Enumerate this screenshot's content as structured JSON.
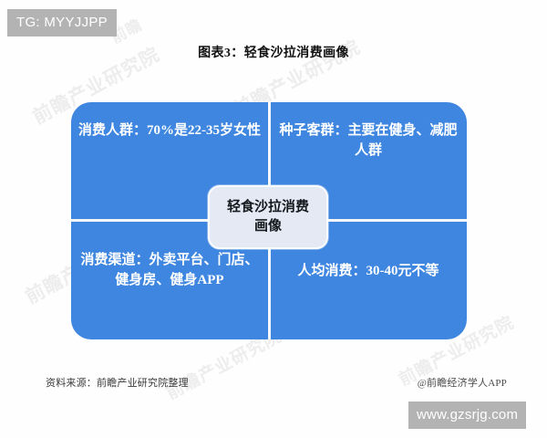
{
  "badges": {
    "telegram": "TG: MYYJJPP",
    "site": "www.gzsrjg.com"
  },
  "chart": {
    "title": "图表3：轻食沙拉消费画像",
    "center_label": "轻食沙拉消费画像",
    "quadrants": [
      {
        "id": "consumer-group",
        "text": "消费人群：70%是22-35岁女性"
      },
      {
        "id": "seed-customers",
        "text": "种子客群：主要在健身、减肥人群"
      },
      {
        "id": "consumer-channel",
        "text": "消费渠道：外卖平台、门店、健身房、健身APP"
      },
      {
        "id": "avg-spend",
        "text": "人均消费：30-40元不等"
      }
    ]
  },
  "footer": {
    "source": "资料来源：前瞻产业研究院整理",
    "brand": "@前瞻经济学人APP"
  },
  "watermarks": {
    "a": "前瞻产业研究院",
    "b": "前瞻产业研究院",
    "c": "前瞻",
    "d": "前瞻产业研究院",
    "e": "前瞻产业",
    "f": "前瞻产业研究院",
    "g": "前瞻产业研究院",
    "h": "前瞻"
  },
  "colors": {
    "card_blue": "#3e86e0",
    "divider_white": "#f4f8fd",
    "hub_fill": "#e4e9f4",
    "badge_gray": "#b3b3b3",
    "page_background": "#fefefe"
  },
  "chart_data": {
    "type": "diagram",
    "title": "图表3：轻食沙拉消费画像",
    "layout": "2x2-quadrant-with-center-hub",
    "center": "轻食沙拉消费画像",
    "categories": [
      "消费人群",
      "种子客群",
      "消费渠道",
      "人均消费"
    ],
    "values": [
      "70%是22-35岁女性",
      "主要在健身、减肥人群",
      "外卖平台、门店、健身房、健身APP",
      "30-40元不等"
    ],
    "notes": {
      "female_share_pct": 70,
      "age_range": "22-35",
      "avg_spend_cny": "30-40"
    }
  }
}
